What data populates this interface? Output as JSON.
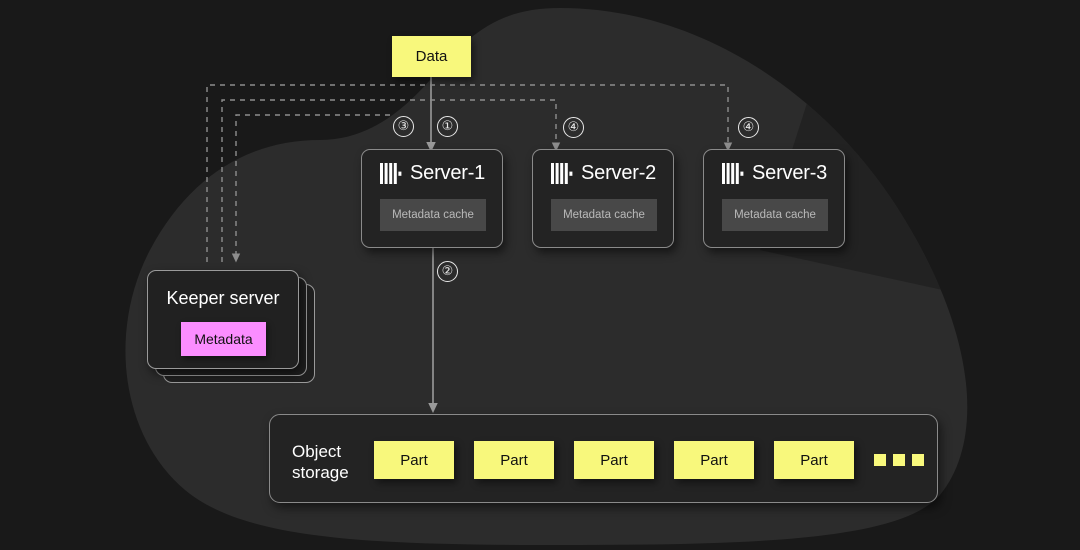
{
  "diagram": {
    "title": "ClickHouse shared-object-storage write path",
    "background_color": "#191919",
    "blob_color": "#2b2b2b",
    "accent_yellow": "#F8F87C",
    "accent_magenta": "#FB8DFF",
    "line_color": "#9a9a9a"
  },
  "data_box": {
    "label": "Data"
  },
  "servers": [
    {
      "name": "Server-1",
      "cache_label": "Metadata cache",
      "logo": "clickhouse-logo-icon"
    },
    {
      "name": "Server-2",
      "cache_label": "Metadata cache",
      "logo": "clickhouse-logo-icon"
    },
    {
      "name": "Server-3",
      "cache_label": "Metadata cache",
      "logo": "clickhouse-logo-icon"
    }
  ],
  "keeper": {
    "title": "Keeper server",
    "metadata_label": "Metadata",
    "stack_count": 3
  },
  "object_storage": {
    "label_line1": "Object",
    "label_line2": "storage",
    "parts": [
      {
        "label": "Part"
      },
      {
        "label": "Part"
      },
      {
        "label": "Part"
      },
      {
        "label": "Part"
      },
      {
        "label": "Part"
      }
    ],
    "ellipsis_squares": 3
  },
  "steps": [
    {
      "id": "step-3-left",
      "label": "③",
      "target": "Server-1 metadata read"
    },
    {
      "id": "step-1-server1",
      "label": "①",
      "target": "Data to Server-1"
    },
    {
      "id": "step-4-server2",
      "label": "④",
      "target": "Server-2 cache invalidate"
    },
    {
      "id": "step-4-server3",
      "label": "④",
      "target": "Server-3 cache invalidate"
    },
    {
      "id": "step-2-storage",
      "label": "②",
      "target": "Server-1 to object storage"
    }
  ]
}
